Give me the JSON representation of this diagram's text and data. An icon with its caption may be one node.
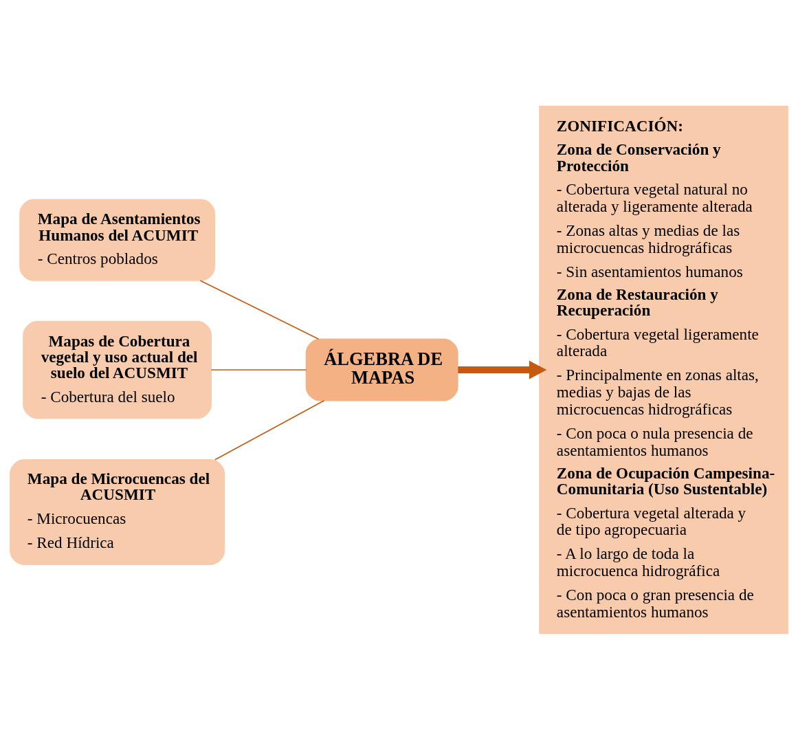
{
  "diagram": {
    "nodes": [
      {
        "text": [
          "Mapa de Asentamientos Humanos del ACUMIT",
          "- Centros poblados"
        ]
      },
      {
        "text": [
          "Mapas de Cobertura vegetal y uso actual del suelo del ACUSMIT",
          "- Cobertura del suelo"
        ]
      },
      {
        "text": [
          "Mapa de Microcuencas del ACUSMIT",
          "- Microcuencas",
          "- Red Hídrica"
        ]
      },
      {
        "text": [
          "ÁLGEBRA DE MAPAS"
        ]
      },
      {
        "text": [
          "ZONIFICACIÓN:",
          "Zona de Conservación y Protección",
          "- Cobertura vegetal natural no alterada y ligeramente alterada",
          "- Zonas altas y medias de las microcuencas hidrográficas",
          "- Sin asentamientos humanos",
          "Zona de Restauración y Recuperación",
          "- Cobertura vegetal ligeramente alterada",
          "- Principalmente en zonas altas, medias y bajas de las microcuencas hidrográficas",
          "- Con poca o nula presencia de asentamientos humanos",
          "Zona de Ocupación Campesina-Comunitaria (Uso Sustentable)",
          "- Cobertura vegetal alterada y de tipo agropecuaria",
          "- A lo largo de toda la microcuenca hidrográfica",
          "- Con poca o gran presencia de asentamientos humanos"
        ]
      }
    ],
    "edges": [
      {
        "from": 0,
        "to": 3,
        "arrow": "none"
      },
      {
        "from": 1,
        "to": 3,
        "arrow": "none"
      },
      {
        "from": 2,
        "to": 3,
        "arrow": "none"
      },
      {
        "from": 3,
        "to": 4,
        "arrow": "to",
        "style": "thick"
      }
    ]
  }
}
